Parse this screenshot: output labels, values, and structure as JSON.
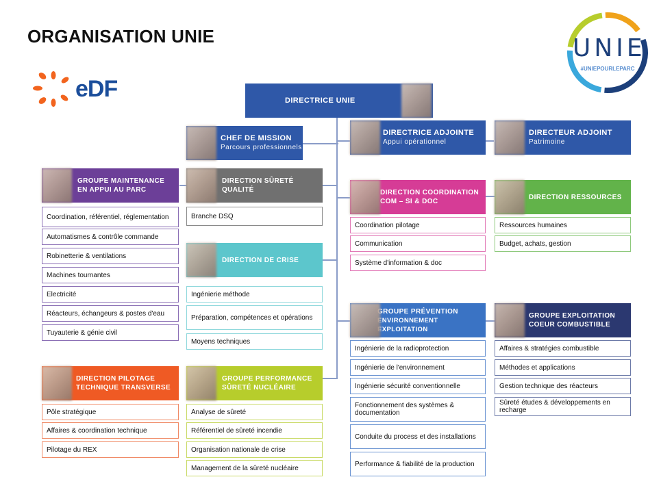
{
  "page_title": "ORGANISATION UNIE",
  "logos": {
    "edf": "eDF",
    "unie": "UNIE",
    "unie_tag": "#UNIEPOURLEPARC"
  },
  "colors": {
    "navy": "#2f58a8",
    "purple": "#6c3f98",
    "gray": "#707070",
    "teal": "#5cc6cc",
    "pink": "#d63c96",
    "green": "#62b34a",
    "orange": "#ef5a24",
    "lime": "#b7cd2c",
    "blue2": "#3a73c4",
    "darknavy": "#2b3870"
  },
  "directrice": {
    "label": "DIRECTRICE UNIE"
  },
  "chef_mission": {
    "label": "CHEF DE MISSION",
    "sub": "Parcours professionnels"
  },
  "directrice_adjointe": {
    "label": "DIRECTRICE ADJOINTE",
    "sub": "Appui opérationnel"
  },
  "directeur_adjoint": {
    "label": "DIRECTEUR ADJOINT",
    "sub": "Patrimoine"
  },
  "maintenance": {
    "label1": "GROUPE MAINTENANCE",
    "label2": "EN APPUI AU PARC",
    "items": [
      "Coordination, référentiel, réglementation",
      "Automatismes & contrôle commande",
      "Robinetterie & ventilations",
      "Machines tournantes",
      "Electricité",
      "Réacteurs, échangeurs & postes d'eau",
      "Tuyauterie & génie civil"
    ]
  },
  "pilotage": {
    "label1": "DIRECTION PILOTAGE",
    "label2": "TECHNIQUE TRANSVERSE",
    "items": [
      "Pôle stratégique",
      "Affaires & coordination technique",
      "Pilotage du REX"
    ]
  },
  "surete_qualite": {
    "label1": "DIRECTION SÛRETÉ",
    "label2": "QUALITÉ",
    "items": [
      "Branche DSQ"
    ]
  },
  "crise": {
    "label": "DIRECTION DE CRISE",
    "items": [
      "Ingénierie méthode",
      "Préparation, compétences et opérations",
      "Moyens techniques"
    ]
  },
  "performance": {
    "label1": "GROUPE PERFORMANCE",
    "label2": "SÛRETÉ NUCLÉAIRE",
    "items": [
      "Analyse de sûreté",
      "Référentiel de sûreté incendie",
      "Organisation nationale de crise",
      "Management de la sûreté nucléaire"
    ]
  },
  "coordination": {
    "label1": "DIRECTION COORDINATION",
    "label2": "COM – SI & DOC",
    "items": [
      "Coordination pilotage",
      "Communication",
      "Système d'information & doc"
    ]
  },
  "ressources": {
    "label": "DIRECTION RESSOURCES",
    "items": [
      "Ressources humaines",
      "Budget, achats, gestion"
    ]
  },
  "prevention": {
    "label1": "GROUPE PRÉVENTION",
    "label2": "ENVIRONNEMENT EXPLOITATION",
    "items": [
      "Ingénierie de la radioprotection",
      "Ingénierie de l'environnement",
      "Ingénierie sécurité conventionnelle",
      "Fonctionnement des systèmes & documentation",
      "Conduite du process et des installations",
      "Performance & fiabilité de la production"
    ]
  },
  "exploitation": {
    "label1": "GROUPE EXPLOITATION",
    "label2": "COEUR COMBUSTIBLE",
    "items": [
      "Affaires & stratégies combustible",
      "Méthodes et applications",
      "Gestion technique des réacteurs",
      "Sûreté études & développements en recharge"
    ]
  }
}
